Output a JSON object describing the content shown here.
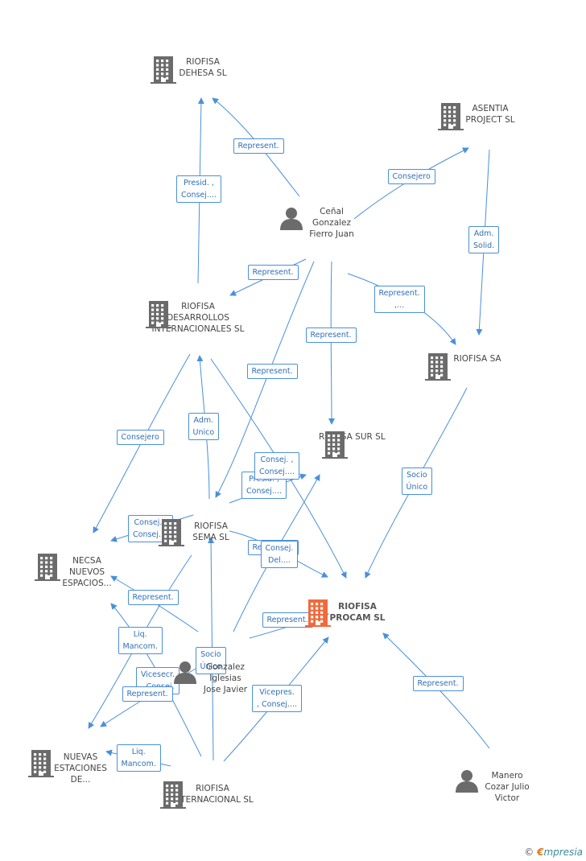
{
  "colors": {
    "edge": "#4a90d9",
    "node": "#6b6b6b",
    "highlight": "#f06a3c",
    "label_border": "#4a90d9",
    "label_text": "#2f6fb8"
  },
  "nodes": [
    {
      "id": "dehesa",
      "type": "company",
      "label": "RIOFISA\nDEHESA SL"
    },
    {
      "id": "asentia",
      "type": "company",
      "label": "ASENTIA\nPROJECT  SL"
    },
    {
      "id": "cenal",
      "type": "person",
      "label": "Ceñal\nGonzalez\nFierro Juan"
    },
    {
      "id": "desarrollos",
      "type": "company",
      "label": "RIOFISA\nDESARROLLOS\nINTERNACIONALES SL"
    },
    {
      "id": "sa",
      "type": "company",
      "label": "RIOFISA SA"
    },
    {
      "id": "sur",
      "type": "company",
      "label": "RIOFISA SUR SL"
    },
    {
      "id": "sema",
      "type": "company",
      "label": "RIOFISA\nSEMA SL"
    },
    {
      "id": "necsa",
      "type": "company",
      "label": "NECSA\nNUEVOS\nESPACIOS..."
    },
    {
      "id": "procam",
      "type": "company",
      "label": "RIOFISA\nPROCAM SL",
      "highlight": true
    },
    {
      "id": "gonzalez",
      "type": "person",
      "label": "Gonzalez\nIglesias\nJose Javier"
    },
    {
      "id": "nuevas",
      "type": "company",
      "label": "NUEVAS\nESTACIONES\nDE..."
    },
    {
      "id": "internacional",
      "type": "company",
      "label": "RIOFISA\nINTERNACIONAL SL"
    },
    {
      "id": "manero",
      "type": "person",
      "label": "Manero\nCozar Julio\nVictor"
    }
  ],
  "edge_labels": [
    "Represent.",
    "Presid. ,\nConsej....",
    "Consejero",
    "Adm.\nSolid.",
    "Represent.",
    "Represent.\n,...",
    "Represent.",
    "Represent.",
    "Consejero",
    "Adm.\nUnico",
    "Consej. ,\nConsej....",
    "Presid. ,\nConsej....",
    "Consej. ,\nConsej....",
    "Socio\nÚnico",
    "Represent.",
    "Consej.\nDel....",
    "Represent.",
    "Represent.",
    "Liq.\nMancom.",
    "Socio\nÚnico",
    "Vicesecr.\n, Consej.",
    "Represent.",
    "Vicepres.\n, Consej....",
    "Liq.\nMancom.",
    "Represent."
  ],
  "brand": {
    "symbol": "©",
    "first": "€",
    "rest": "mpresia"
  }
}
